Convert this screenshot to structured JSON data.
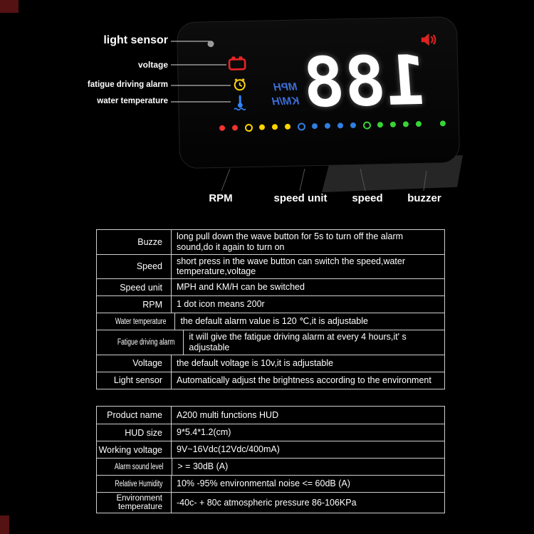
{
  "device": {
    "display": {
      "value": "188",
      "unit_top": "MPH",
      "unit_bottom": "KM/H"
    },
    "icons": {
      "light_sensor": "sensor-dot-icon",
      "voltage": "battery-icon",
      "fatigue": "alarm-clock-icon",
      "water_temperature": "thermometer-icon",
      "buzzer": "speaker-icon"
    },
    "indicator_colors": {
      "red": "#f03232",
      "yellow": "#ffd400",
      "blue": "#2e7fe0",
      "green": "#37d437"
    },
    "dots": [
      {
        "color": "#f03232"
      },
      {
        "color": "#f03232"
      },
      {
        "color": "#ffd400",
        "icon": true
      },
      {
        "color": "#ffd400"
      },
      {
        "color": "#ffd400"
      },
      {
        "color": "#ffd400"
      },
      {
        "color": "#2e7fe0",
        "icon": true
      },
      {
        "color": "#2e7fe0"
      },
      {
        "color": "#2e7fe0"
      },
      {
        "color": "#2e7fe0"
      },
      {
        "color": "#2e7fe0"
      },
      {
        "color": "#37d437",
        "icon": true
      },
      {
        "color": "#37d437"
      },
      {
        "color": "#37d437"
      },
      {
        "color": "#37d437"
      },
      {
        "color": "#37d437"
      },
      {
        "color": "#37d437",
        "gap": true
      }
    ]
  },
  "callouts": {
    "light_sensor": "light sensor",
    "voltage": "voltage",
    "fatigue": "fatigue driving alarm",
    "water_temp": "water temperature",
    "rpm": "RPM",
    "speed_unit": "speed unit",
    "speed": "speed",
    "buzzer": "buzzer"
  },
  "feature_table": {
    "rows": [
      {
        "label": "Buzze",
        "value": "long pull down the wave button for 5s to turn off the alarm sound,do it again to turn on"
      },
      {
        "label": "Speed",
        "value": "short press in the wave button can switch the speed,water temperature,voltage"
      },
      {
        "label": "Speed unit",
        "value": "MPH and KM/H can be switched"
      },
      {
        "label": "RPM",
        "value": "1 dot icon means 200r"
      },
      {
        "label": "Water temperature",
        "value": "the default alarm value is 120 ℃,it is adjustable"
      },
      {
        "label": "Fatigue driving alarm",
        "value": "it will give the fatigue driving alarm at every 4 hours,it' s adjustable"
      },
      {
        "label": "Voltage",
        "value": "the default voltage is 10v,it is adjustable"
      },
      {
        "label": "Light sensor",
        "value": "Automatically adjust the brightness according to the environment"
      }
    ]
  },
  "spec_table": {
    "rows": [
      {
        "label": "Product name",
        "value": "A200 multi functions HUD"
      },
      {
        "label": "HUD size",
        "value": "9*5.4*1.2(cm)"
      },
      {
        "label": "Working voltage",
        "value": "9V~16Vdc(12Vdc/400mA)"
      },
      {
        "label": "Alarm sound level",
        "value": "> = 30dB (A)"
      },
      {
        "label": "Relative Humidity",
        "value": "10% -95% environmental noise <= 60dB (A)"
      },
      {
        "label": "Environment temperature",
        "value": "-40c- + 80c atmospheric pressure 86-106KPa"
      }
    ]
  }
}
